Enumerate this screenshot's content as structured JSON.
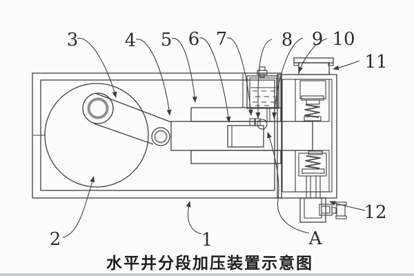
{
  "figure": {
    "caption": "水平井分段加压装置示意图",
    "callouts": {
      "c1": "1",
      "c2": "2",
      "c3": "3",
      "c4": "4",
      "c5": "5",
      "c6": "6",
      "c7": "7",
      "c8": "8",
      "c9": "9",
      "c10": "10",
      "c11": "11",
      "c12": "12",
      "cA": "A"
    },
    "colors": {
      "line": "#3d3d3d",
      "ring": "#8f8f8f",
      "text": "#2b2b2b",
      "background": "#fcfcfc",
      "footer_strip": "#c7ccce"
    }
  }
}
